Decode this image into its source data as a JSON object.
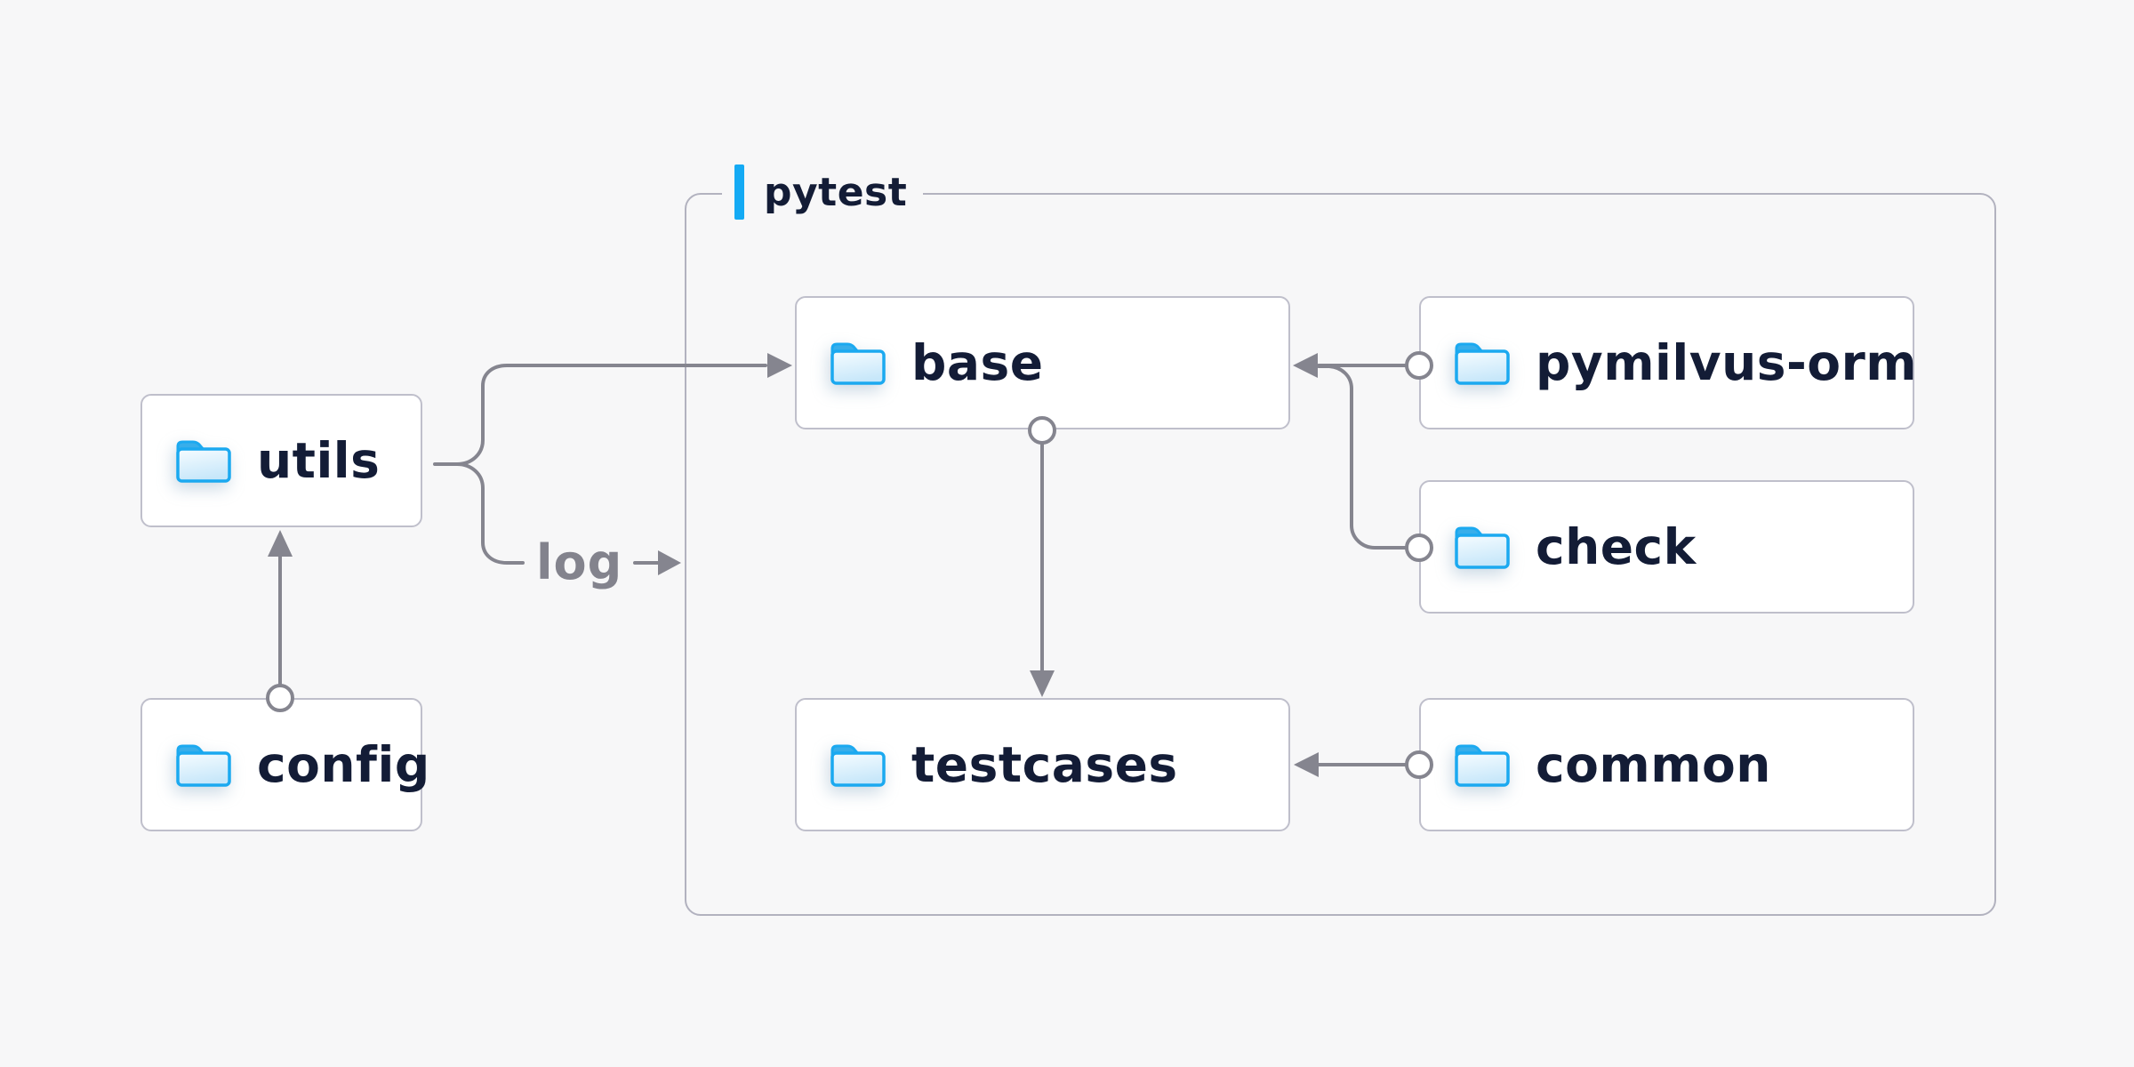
{
  "page": {
    "background_color": "#f7f7f8"
  },
  "diagram": {
    "container": {
      "label": "pytest",
      "accent_color": "#14aaf4"
    },
    "nodes": [
      {
        "id": "utils",
        "label": "utils",
        "icon": "folder-icon"
      },
      {
        "id": "config",
        "label": "config",
        "icon": "folder-icon"
      },
      {
        "id": "base",
        "label": "base",
        "icon": "folder-icon"
      },
      {
        "id": "testcases",
        "label": "testcases",
        "icon": "folder-icon"
      },
      {
        "id": "pymilvus-orm",
        "label": "pymilvus-orm",
        "icon": "folder-icon"
      },
      {
        "id": "check",
        "label": "check",
        "icon": "folder-icon"
      },
      {
        "id": "common",
        "label": "common",
        "icon": "folder-icon"
      }
    ],
    "edges": [
      {
        "from": "config",
        "to": "utils",
        "style": "arrow"
      },
      {
        "from": "utils",
        "to": "base",
        "style": "arrow"
      },
      {
        "from": "utils",
        "to": "log",
        "style": "labeled-arrow",
        "label": "log"
      },
      {
        "from": "base",
        "to": "testcases",
        "style": "arrow"
      },
      {
        "from": "pymilvus-orm",
        "to": "base",
        "style": "arrow"
      },
      {
        "from": "check",
        "to": "base",
        "style": "merges-into-pymilvus-orm-line"
      },
      {
        "from": "common",
        "to": "testcases",
        "style": "arrow"
      }
    ],
    "colors": {
      "connector": "#85858f",
      "node_text": "#131c36",
      "node_background": "#ffffff",
      "node_border": "#bfbfcb",
      "container_border": "#b2b2bf",
      "folder_blue": "#1ba9f0"
    }
  }
}
